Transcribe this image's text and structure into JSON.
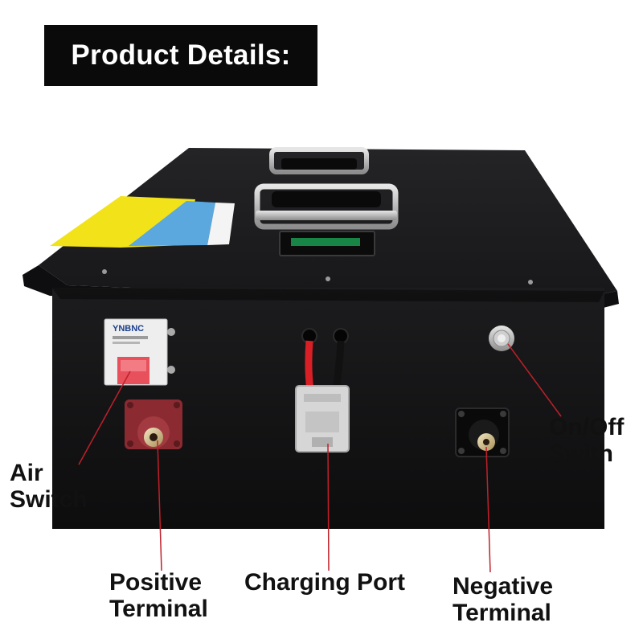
{
  "title": "Product Details:",
  "labels": {
    "air_switch": [
      "Air",
      "Switch"
    ],
    "positive_terminal": [
      "Positive",
      "Terminal"
    ],
    "charging_port": "Charging Port",
    "negative_terminal": [
      "Negative",
      "Terminal"
    ],
    "on_off_switch": [
      "On/Off",
      "Swith"
    ]
  },
  "breaker_brand": "YNBNC",
  "colors": {
    "banner_bg": "#0a0a0a",
    "battery_body": "#141414",
    "callout_line": "#c0202a",
    "positive_terminal": "#8b2a30",
    "charging_connector": "#d6d6d6",
    "warning_label": "#f2e21a"
  }
}
